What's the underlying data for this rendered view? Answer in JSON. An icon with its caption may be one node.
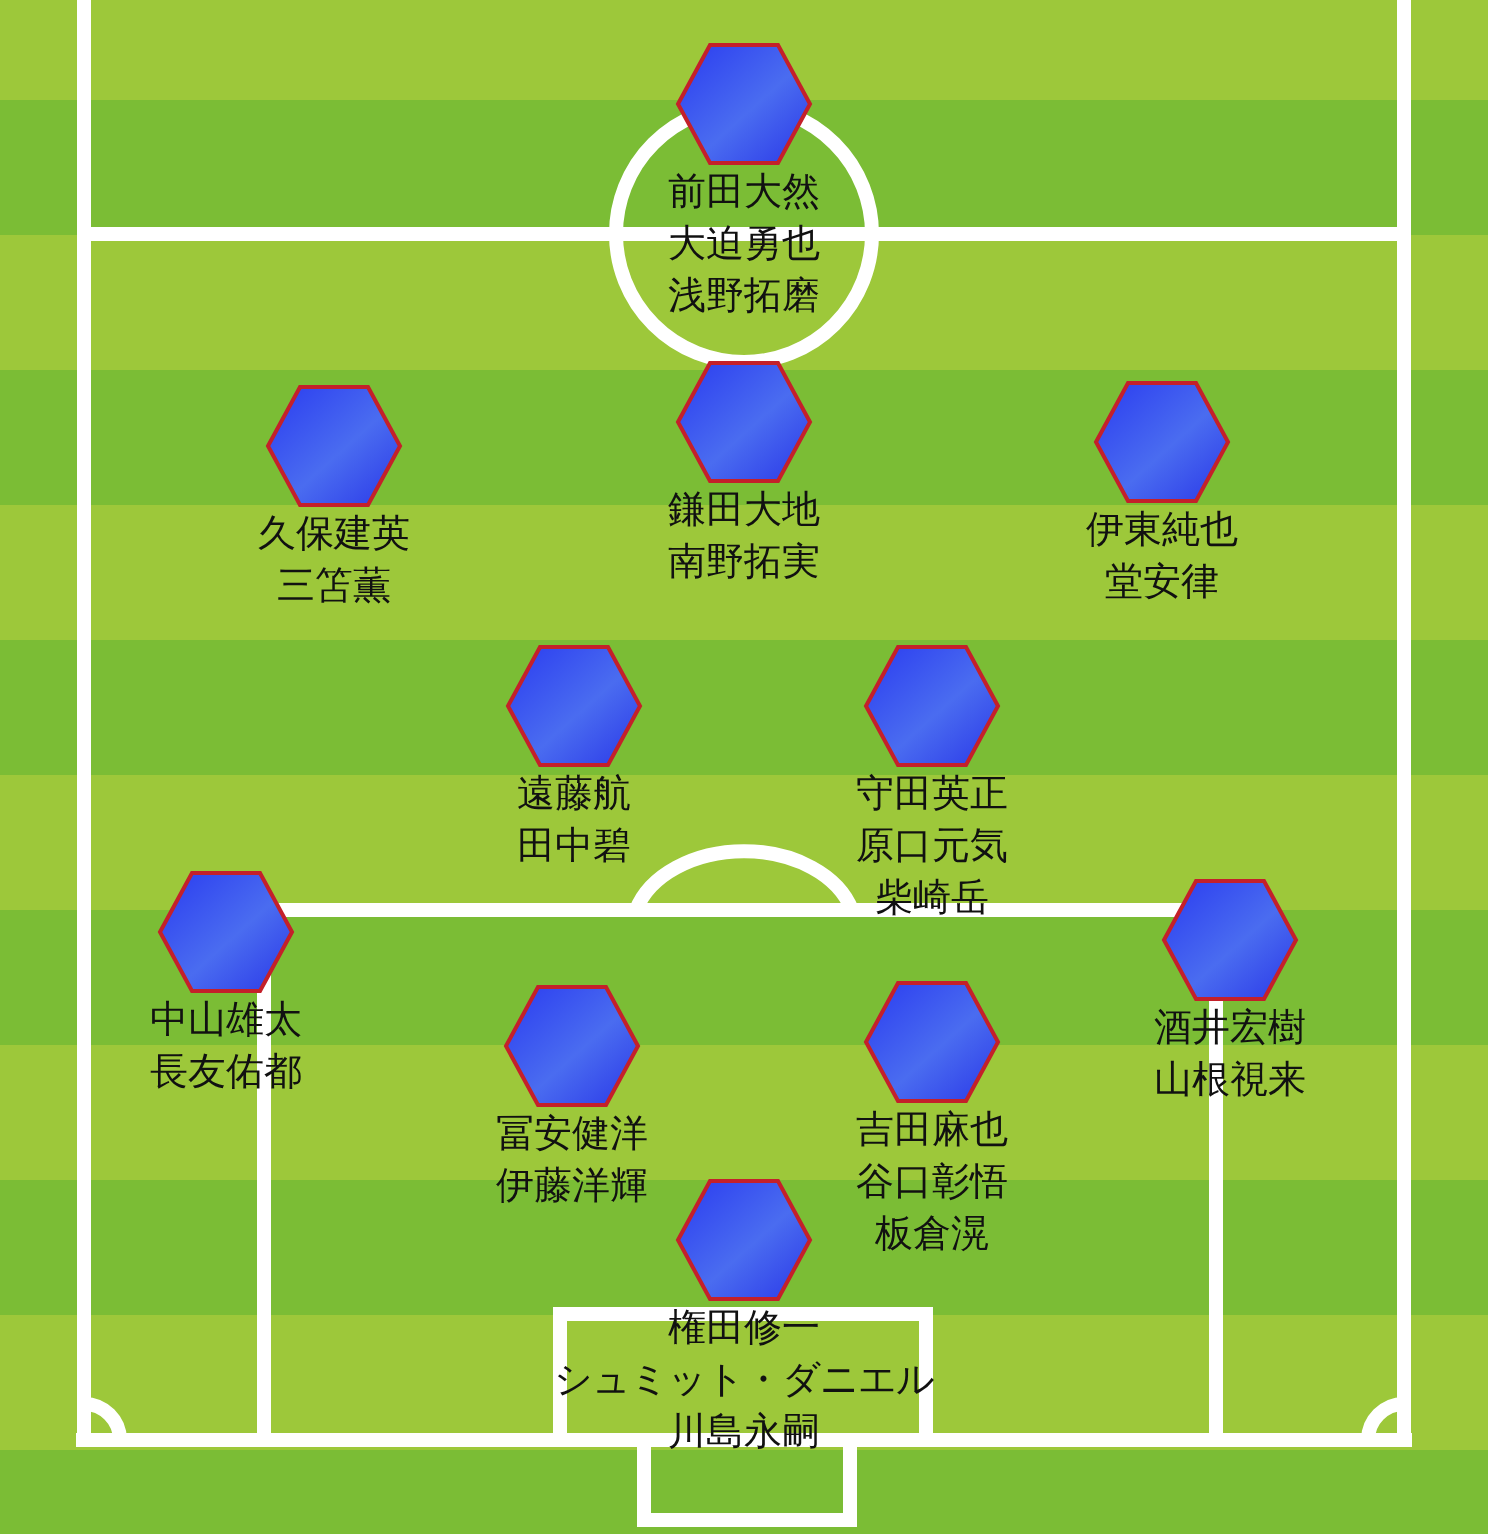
{
  "diagram": {
    "nodes": [
      {
        "text": [
          "前田大然",
          "大迫勇也",
          "浅野拓磨"
        ]
      },
      {
        "text": [
          "久保建英",
          "三笘薫"
        ]
      },
      {
        "text": [
          "鎌田大地",
          "南野拓実"
        ]
      },
      {
        "text": [
          "伊東純也",
          "堂安律"
        ]
      },
      {
        "text": [
          "遠藤航",
          "田中碧"
        ]
      },
      {
        "text": [
          "守田英正",
          "原口元気",
          "柴崎岳"
        ]
      },
      {
        "text": [
          "中山雄太",
          "長友佑都"
        ]
      },
      {
        "text": [
          "冨安健洋",
          "伊藤洋輝"
        ]
      },
      {
        "text": [
          "吉田麻也",
          "谷口彰悟",
          "板倉滉"
        ]
      },
      {
        "text": [
          "酒井宏樹",
          "山根視来"
        ]
      },
      {
        "text": [
          "権田修一",
          "シュミット・ダニエル",
          "川島永嗣"
        ]
      }
    ]
  }
}
